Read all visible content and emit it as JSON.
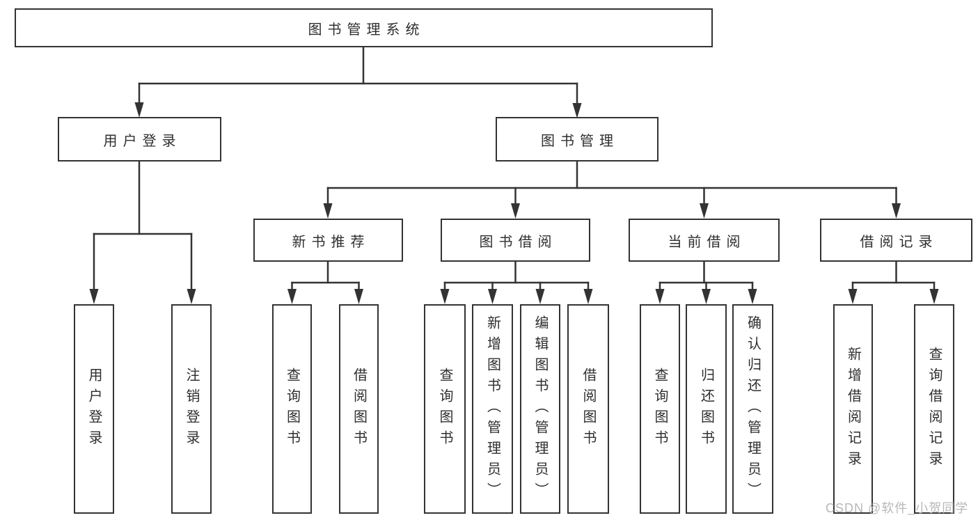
{
  "diagram": {
    "root": {
      "label": "图书管理系统"
    },
    "branches": [
      {
        "label": "用户登录",
        "children": [
          {
            "label": "用户登录"
          },
          {
            "label": "注销登录"
          }
        ]
      },
      {
        "label": "图书管理",
        "children": [
          {
            "label": "新书推荐",
            "children": [
              {
                "label": "查询图书"
              },
              {
                "label": "借阅图书"
              }
            ]
          },
          {
            "label": "图书借阅",
            "children": [
              {
                "label": "查询图书"
              },
              {
                "label": "新增图书（管理员）"
              },
              {
                "label": "编辑图书（管理员）"
              },
              {
                "label": "借阅图书"
              }
            ]
          },
          {
            "label": "当前借阅",
            "children": [
              {
                "label": "查询图书"
              },
              {
                "label": "归还图书"
              },
              {
                "label": "确认归还（管理员）"
              }
            ]
          },
          {
            "label": "借阅记录",
            "children": [
              {
                "label": "新增借阅记录"
              },
              {
                "label": "查询借阅记录"
              }
            ]
          }
        ]
      }
    ]
  },
  "watermark": {
    "text": "CSDN @软件_小贺同学"
  },
  "colors": {
    "line": "#333333",
    "text": "#2f2f2f",
    "background": "#ffffff",
    "watermark": "#b2b2b4"
  }
}
